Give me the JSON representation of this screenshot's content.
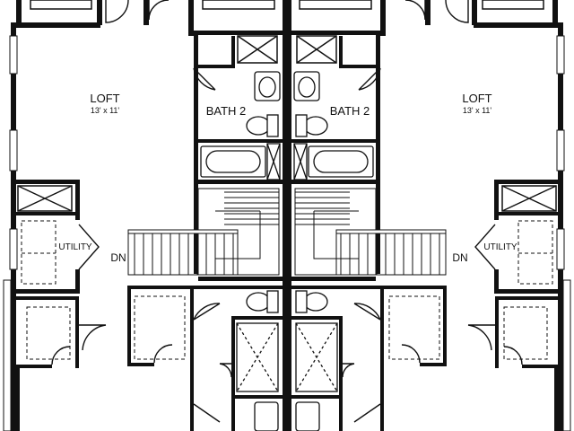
{
  "plan": {
    "wall_color": "#111111",
    "background": "#ffffff",
    "fixture_color": "#111111"
  },
  "labels": {
    "loft_left": "LOFT",
    "loft_left_dim": "13' x 11'",
    "loft_right": "LOFT",
    "loft_right_dim": "13' x 11'",
    "bath_left": "BATH 2",
    "bath_right": "BATH 2",
    "utility_left": "UTILITY",
    "utility_right": "UTILITY",
    "dn_left": "DN",
    "dn_right": "DN"
  }
}
